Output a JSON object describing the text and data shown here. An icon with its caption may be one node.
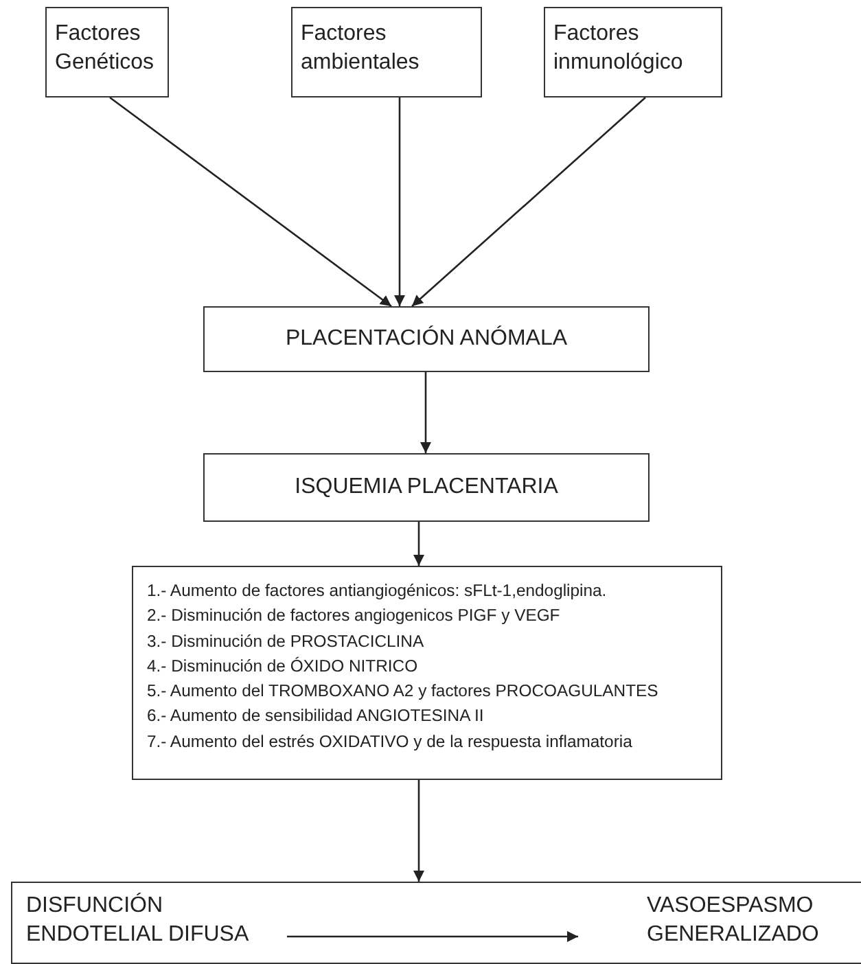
{
  "diagram": {
    "nodes": [
      {
        "text": [
          "Factores Genéticos"
        ]
      },
      {
        "text": [
          "Factores ambientales"
        ]
      },
      {
        "text": [
          "Factores inmunológico"
        ]
      },
      {
        "text": [
          "PLACENTACIÓN ANÓMALA"
        ]
      },
      {
        "text": [
          "ISQUEMIA PLACENTARIA"
        ]
      },
      {
        "text": [
          "1.- Aumento de factores antiangiogénicos: sFLt-1,endoglipina.",
          "2.- Disminución de factores angiogenicos PIGF y VEGF",
          "3.- Disminución de PROSTACICLINA",
          "4.- Disminución de ÓXIDO NITRICO",
          "5.- Aumento del TROMBOXANO A2 y factores PROCOAGULANTES",
          "6.- Aumento de sensibilidad ANGIOTESINA II",
          "7.- Aumento del estrés  OXIDATIVO y de la respuesta inflamatoria"
        ]
      },
      {
        "text": [],
        "shape": "box"
      },
      {
        "text": [
          "DISFUNCIÓN ENDOTELIAL DIFUSA"
        ],
        "in": 6
      },
      {
        "text": [
          "VASOESPASMO GENERALIZADO"
        ],
        "in": 6
      }
    ],
    "edges": [
      {
        "from": 0,
        "to": 3,
        "arrow": "to"
      },
      {
        "from": 1,
        "to": 3,
        "arrow": "to"
      },
      {
        "from": 2,
        "to": 3,
        "arrow": "to"
      },
      {
        "from": 3,
        "to": 4,
        "arrow": "to"
      },
      {
        "from": 4,
        "to": 5,
        "arrow": "to"
      },
      {
        "from": 5,
        "to": 6,
        "arrow": "to"
      },
      {
        "from": 7,
        "to": 8,
        "arrow": "to"
      }
    ]
  }
}
